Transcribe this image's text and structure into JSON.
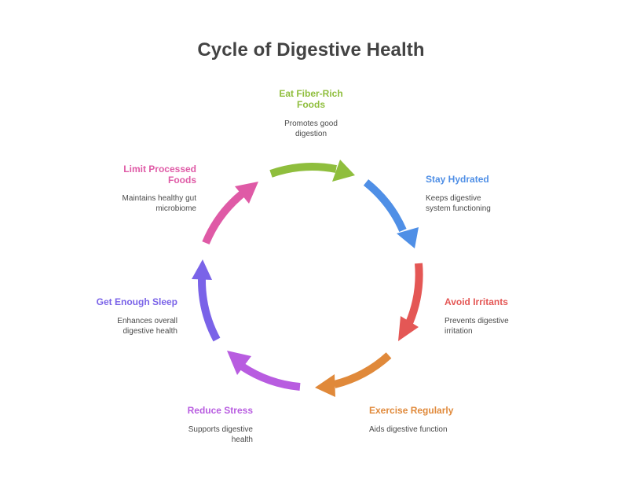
{
  "title": "Cycle of Digestive Health",
  "steps": [
    {
      "label": "Eat Fiber-Rich\nFoods",
      "description": "Promotes good\ndigestion",
      "color": "#8fbe3d"
    },
    {
      "label": "Stay Hydrated",
      "description": "Keeps digestive\nsystem functioning",
      "color": "#4f8fe6"
    },
    {
      "label": "Avoid Irritants",
      "description": "Prevents digestive\nirritation",
      "color": "#e45755"
    },
    {
      "label": "Exercise Regularly",
      "description": "Aids digestive function",
      "color": "#e0893a"
    },
    {
      "label": "Reduce Stress",
      "description": "Supports digestive\nhealth",
      "color": "#b85ce0"
    },
    {
      "label": "Get Enough Sleep",
      "description": "Enhances overall\ndigestive health",
      "color": "#7a63e8"
    },
    {
      "label": "Limit Processed\nFoods",
      "description": "Maintains healthy gut\nmicrobiome",
      "color": "#df5aa6"
    }
  ]
}
